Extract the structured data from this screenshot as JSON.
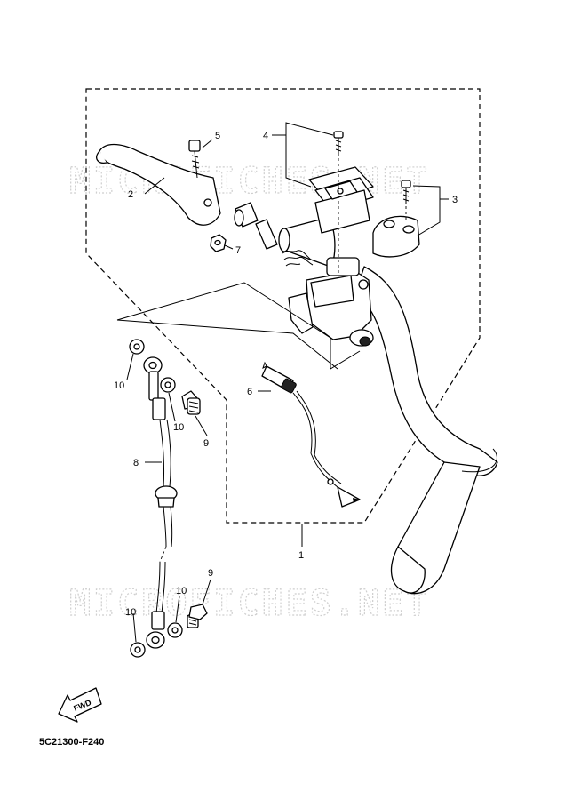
{
  "diagram": {
    "watermark_text": "MICROFICHES.NET",
    "diagram_code": "5C21300-F240",
    "fwd_label": "FWD",
    "callouts": {
      "c1": "1",
      "c2": "2",
      "c3": "3",
      "c4": "4",
      "c5": "5",
      "c6": "6",
      "c7": "7",
      "c8": "8",
      "c9a": "9",
      "c9b": "9",
      "c10a": "10",
      "c10b": "10",
      "c10c": "10",
      "c10d": "10"
    }
  }
}
